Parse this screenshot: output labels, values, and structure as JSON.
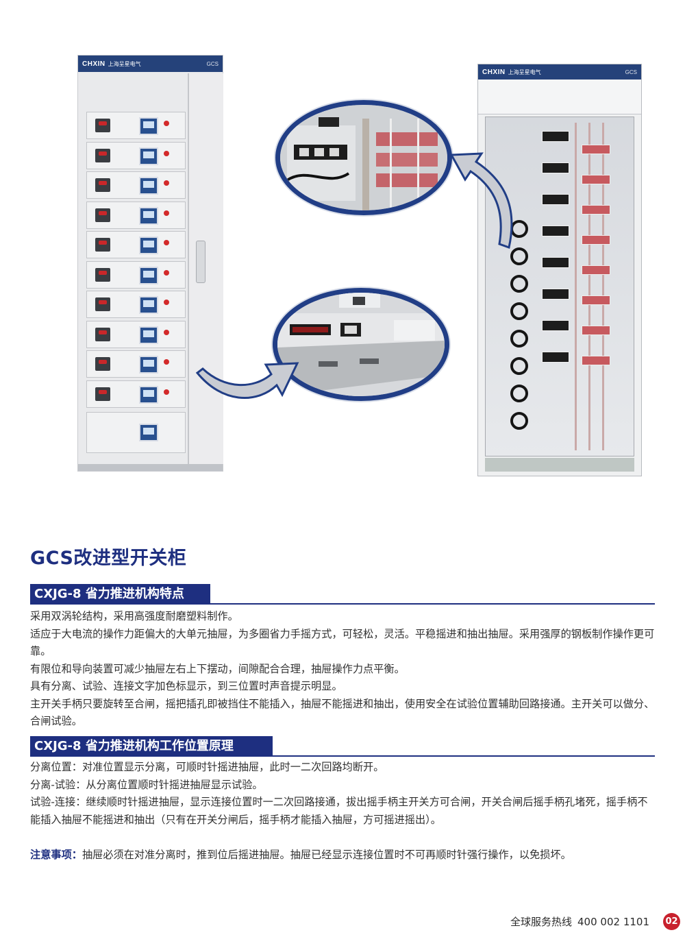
{
  "cabinet": {
    "brand": "CHXIN",
    "brand_cn": "上海呈星电气",
    "model_tag": "GCS"
  },
  "title": "GCS改进型开关柜",
  "section1": {
    "heading": "CXJG-8 省力推进机构特点",
    "lines": [
      "采用双涡轮结构，采用高强度耐磨塑料制作。",
      "适应于大电流的操作力距偏大的大单元抽屉，为多圈省力手摇方式，可轻松，灵活。平稳摇进和抽出抽屉。采用强厚的钢板制作操作更可靠。",
      "有限位和导向装置可减少抽屉左右上下摆动，间隙配合合理，抽屉操作力点平衡。",
      "具有分离、试验、连接文字加色标显示，到三位置时声音提示明显。",
      "主开关手柄只要旋转至合闸，摇把插孔即被挡住不能插入，抽屉不能摇进和抽出，使用安全在试验位置辅助回路接通。主开关可以做分、合闸试验。"
    ]
  },
  "section2": {
    "heading": "CXJG-8 省力推进机构工作位置原理",
    "lines": [
      "分离位置：对准位置显示分离，可顺时针摇进抽屉，此时一二次回路均断开。",
      "分离-试验：从分离位置顺时针摇进抽屉显示试验。",
      "试验-连接：继续顺时针摇进抽屉，显示连接位置时一二次回路接通，拔出摇手柄主开关方可合闸，开关合闸后摇手柄孔堵死，摇手柄不能插入抽屉不能摇进和抽出（只有在开关分闸后，摇手柄才能插入抽屉，方可摇进摇出）。"
    ]
  },
  "note": {
    "label": "注意事项：",
    "text": "抽屉必须在对准分离时，推到位后摇进抽屉。抽屉已经显示连接位置时不可再顺时针强行操作，以免损坏。"
  },
  "footer": {
    "hotline_label": "全球服务热线",
    "hotline_number": "400 002 1101",
    "page_number": "02"
  },
  "colors": {
    "accent": "#1e2f80",
    "page_badge": "#c8212d"
  }
}
